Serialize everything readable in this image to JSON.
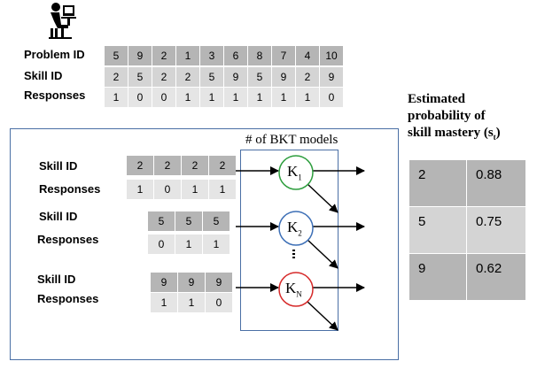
{
  "top_table": {
    "row_labels": [
      "Problem ID",
      "Skill ID",
      "Responses"
    ],
    "problem_ids": [
      "5",
      "9",
      "2",
      "1",
      "3",
      "6",
      "8",
      "7",
      "4",
      "10"
    ],
    "skill_ids": [
      "2",
      "5",
      "2",
      "2",
      "5",
      "9",
      "5",
      "9",
      "2",
      "9"
    ],
    "responses": [
      "1",
      "0",
      "0",
      "1",
      "1",
      "1",
      "1",
      "1",
      "1",
      "0"
    ]
  },
  "models_title": "# of BKT models",
  "groups": [
    {
      "skill_label": "Skill ID",
      "responses_label": "Responses",
      "skills": [
        "2",
        "2",
        "2",
        "2"
      ],
      "responses": [
        "1",
        "0",
        "1",
        "1"
      ],
      "model": "K",
      "model_sub": "1",
      "model_color": "#2e9e3e"
    },
    {
      "skill_label": "Skill ID",
      "responses_label": "Responses",
      "skills": [
        "5",
        "5",
        "5"
      ],
      "responses": [
        "0",
        "1",
        "1"
      ],
      "model": "K",
      "model_sub": "2",
      "model_color": "#3d6fb6"
    },
    {
      "skill_label": "Skill ID",
      "responses_label": "Responses",
      "skills": [
        "9",
        "9",
        "9"
      ],
      "responses": [
        "1",
        "1",
        "0"
      ],
      "model": "K",
      "model_sub": "N",
      "model_color": "#d62a2a"
    }
  ],
  "estimate": {
    "title_line1": "Estimated",
    "title_line2": "probability of",
    "title_line3_prefix": "skill mastery (s",
    "title_line3_sub": "t",
    "title_line3_suffix": ")",
    "rows": [
      {
        "skill": "2",
        "prob": "0.88"
      },
      {
        "skill": "5",
        "prob": "0.75"
      },
      {
        "skill": "9",
        "prob": "0.62"
      }
    ]
  }
}
